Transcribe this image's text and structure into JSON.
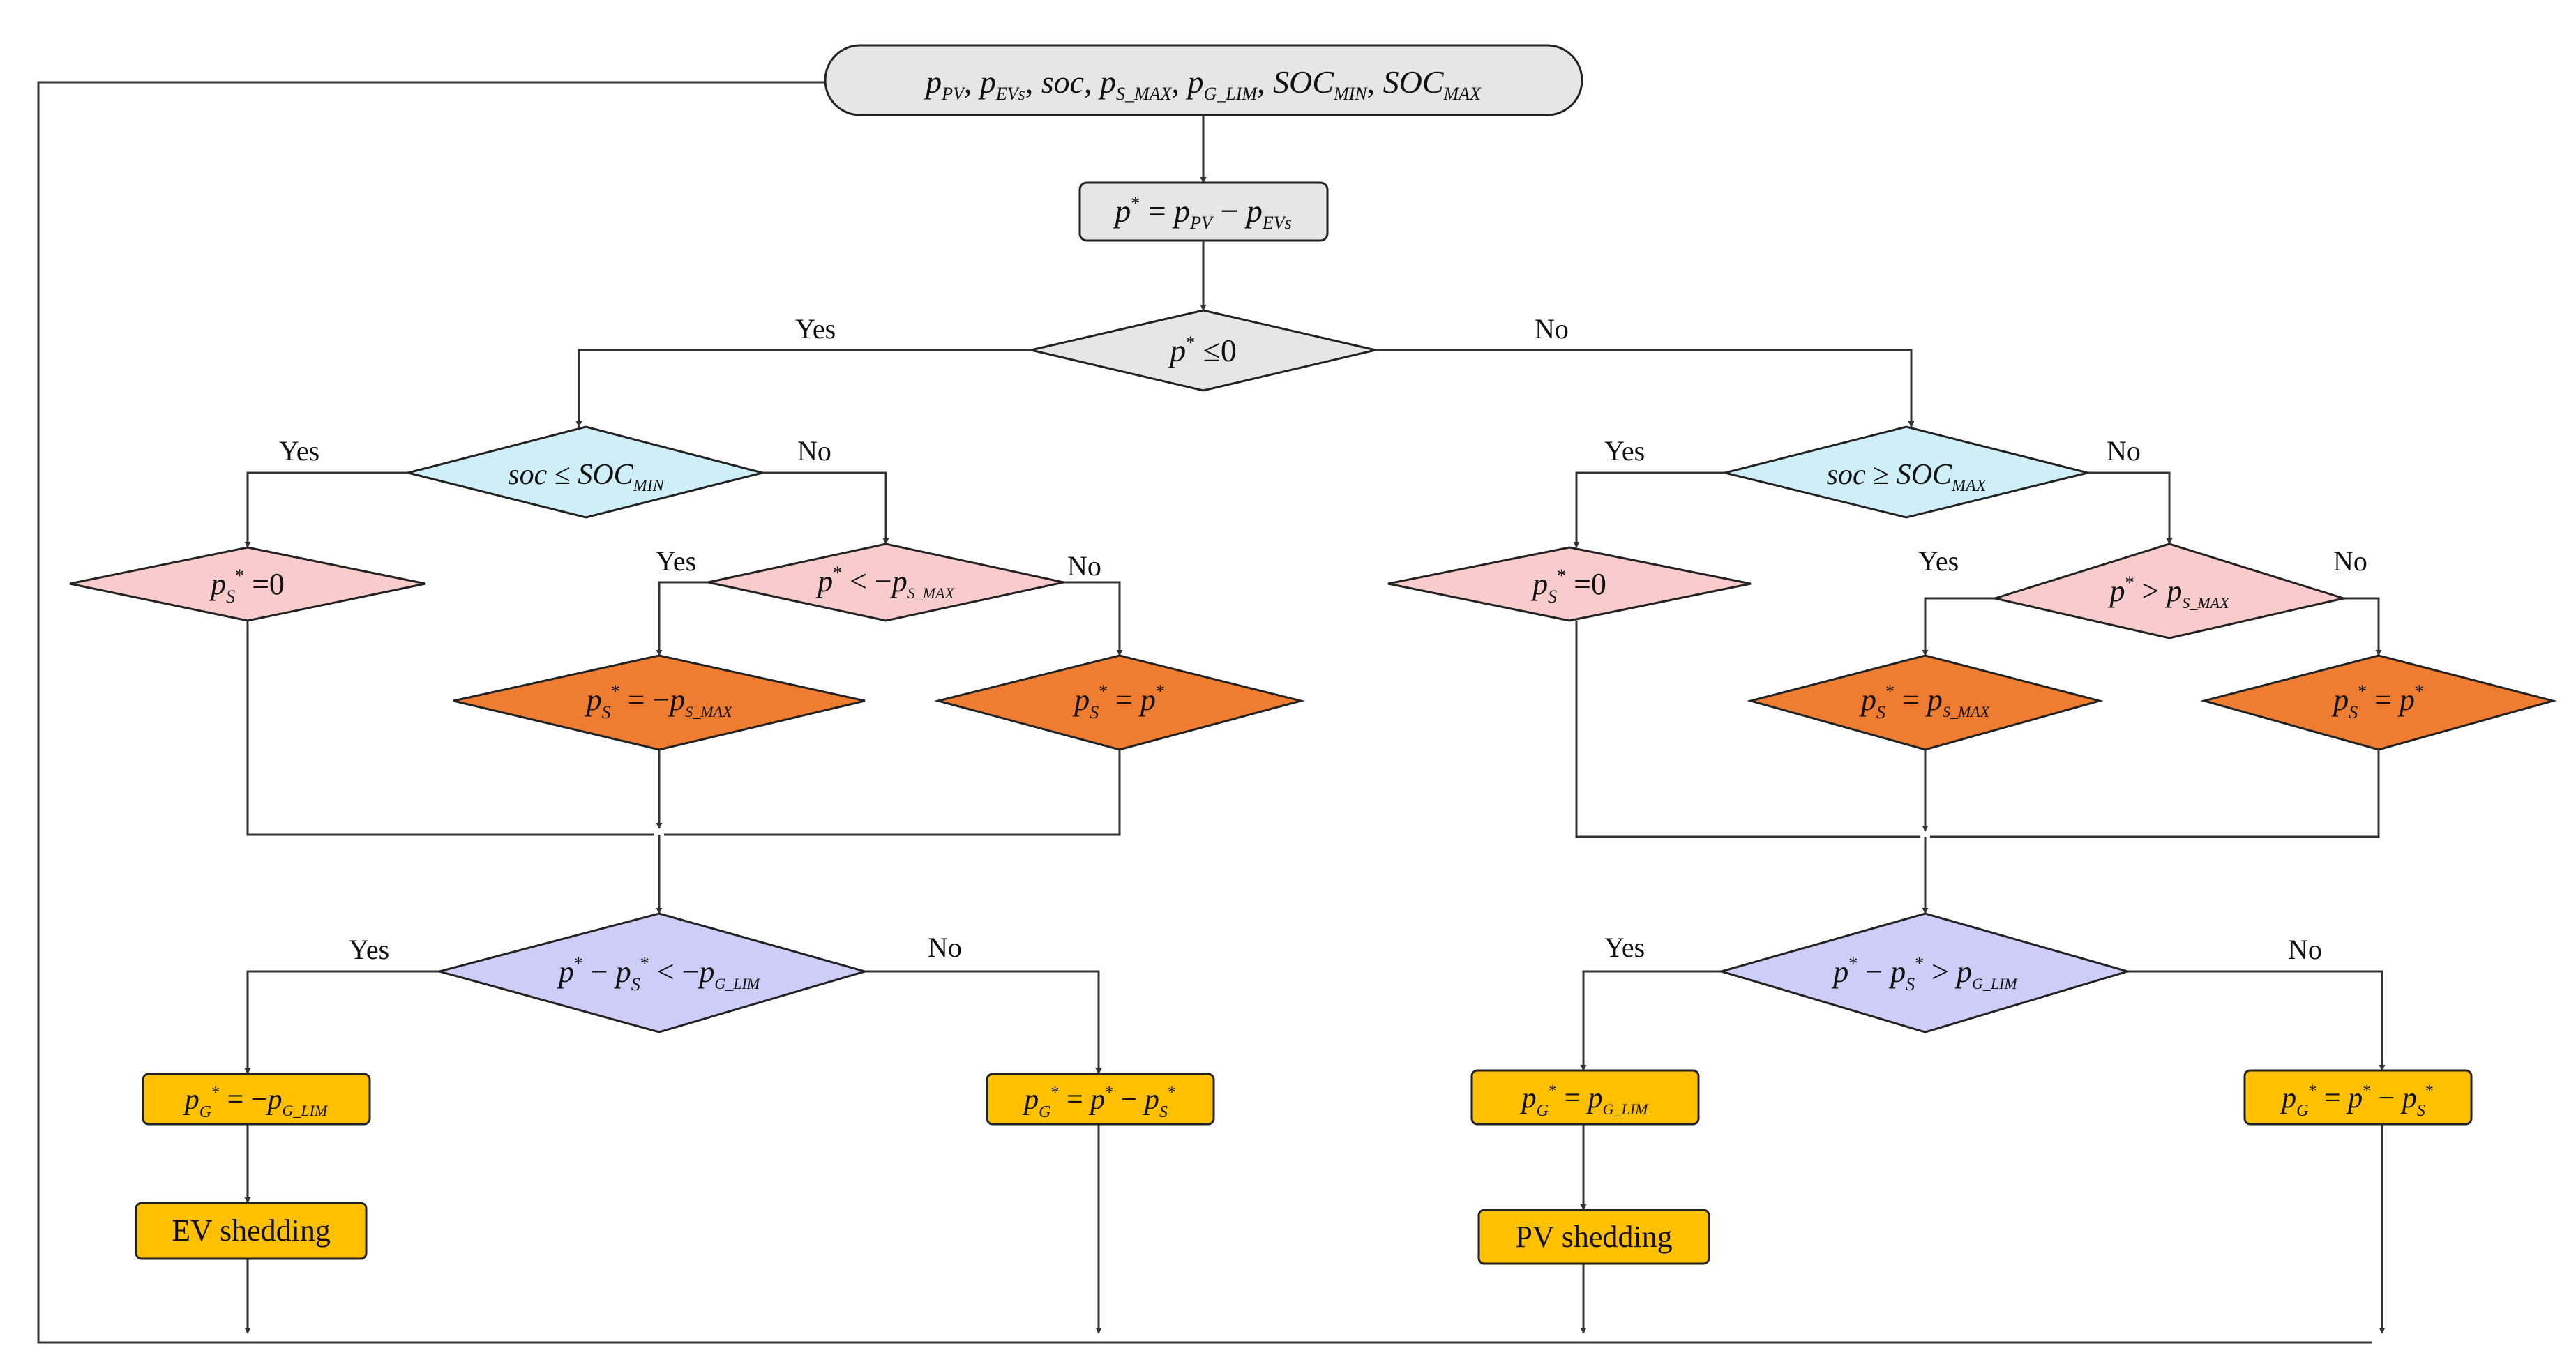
{
  "colors": {
    "gray": "#e6e6e6",
    "blue": "#cfeff8",
    "pink": "#f8cccc",
    "orange": "#ee7d31",
    "purple": "#cdcdf7",
    "yellow": "#ffc000",
    "line": "#333333"
  },
  "labels": {
    "yes": "Yes",
    "no": "No"
  },
  "nodes": {
    "start": {
      "v1": "p",
      "s1": "PV",
      "c1": ", ",
      "v2": "p",
      "s2": "EVs",
      "c2": ", ",
      "v3": "soc",
      "c3": ", ",
      "v4": "p",
      "s4": "S_MAX",
      "c4": ", ",
      "v5": "p",
      "s5": "G_LIM",
      "c5": ", ",
      "v6": "SOC",
      "s6": "MIN",
      "c6": ", ",
      "v7": "SOC",
      "s7": "MAX"
    },
    "pstar_eq": {
      "v1": "p",
      "sup1": "*",
      "op1": " = ",
      "v2": "p",
      "s2": "PV",
      "op2": " − ",
      "v3": "p",
      "s3": "EVs"
    },
    "decision_main": {
      "v1": "p",
      "sup1": "*",
      "op1": " ≤0"
    },
    "soc_min": {
      "v1": "soc",
      "op1": " ≤ ",
      "v2": "SOC",
      "s2": "MIN"
    },
    "soc_max": {
      "v1": "soc",
      "op1": " ≥ ",
      "v2": "SOC",
      "s2": "MAX"
    },
    "ps_zero_left": {
      "v1": "p",
      "s1": "S",
      "sup1": "*",
      "op1": " =0"
    },
    "ps_zero_right": {
      "v1": "p",
      "s1": "S",
      "sup1": "*",
      "op1": " =0"
    },
    "pstar_lt_neg": {
      "v1": "p",
      "sup1": "*",
      "op1": " < −",
      "v2": "p",
      "s2": "S_MAX"
    },
    "pstar_gt": {
      "v1": "p",
      "sup1": "*",
      "op1": " > ",
      "v2": "p",
      "s2": "S_MAX"
    },
    "ps_neg_max": {
      "v1": "p",
      "s1": "S",
      "sup1": "*",
      "op1": " = −",
      "v2": "p",
      "s2": "S_MAX"
    },
    "ps_pstar_left": {
      "v1": "p",
      "s1": "S",
      "sup1": "*",
      "op1": " = ",
      "v2": "p",
      "sup2": "*"
    },
    "ps_max": {
      "v1": "p",
      "s1": "S",
      "sup1": "*",
      "op1": " = ",
      "v2": "p",
      "s2": "S_MAX"
    },
    "ps_pstar_right": {
      "v1": "p",
      "s1": "S",
      "sup1": "*",
      "op1": " = ",
      "v2": "p",
      "sup2": "*"
    },
    "grid_left": {
      "v1": "p",
      "sup1": "*",
      "op1": " − ",
      "v2": "p",
      "s2": "S",
      "sup2": "*",
      "op2": " < −",
      "v3": "p",
      "s3": "G_LIM"
    },
    "grid_right": {
      "v1": "p",
      "sup1": "*",
      "op1": " − ",
      "v2": "p",
      "s2": "S",
      "sup2": "*",
      "op2": " > ",
      "v3": "p",
      "s3": "G_LIM"
    },
    "pg_neg_lim": {
      "v1": "p",
      "s1": "G",
      "sup1": "*",
      "op1": " = −",
      "v2": "p",
      "s2": "G_LIM"
    },
    "pg_diff_left": {
      "v1": "p",
      "s1": "G",
      "sup1": "*",
      "op1": " = ",
      "v2": "p",
      "sup2": "*",
      "op2": " − ",
      "v3": "p",
      "s3": "S",
      "sup3": "*"
    },
    "pg_lim": {
      "v1": "p",
      "s1": "G",
      "sup1": "*",
      "op1": " = ",
      "v2": "p",
      "s2": "G_LIM"
    },
    "pg_diff_right": {
      "v1": "p",
      "s1": "G",
      "sup1": "*",
      "op1": " = ",
      "v2": "p",
      "sup2": "*",
      "op2": " − ",
      "v3": "p",
      "s3": "S",
      "sup3": "*"
    },
    "ev_shedding": {
      "text": "EV shedding"
    },
    "pv_shedding": {
      "text": "PV shedding"
    }
  }
}
